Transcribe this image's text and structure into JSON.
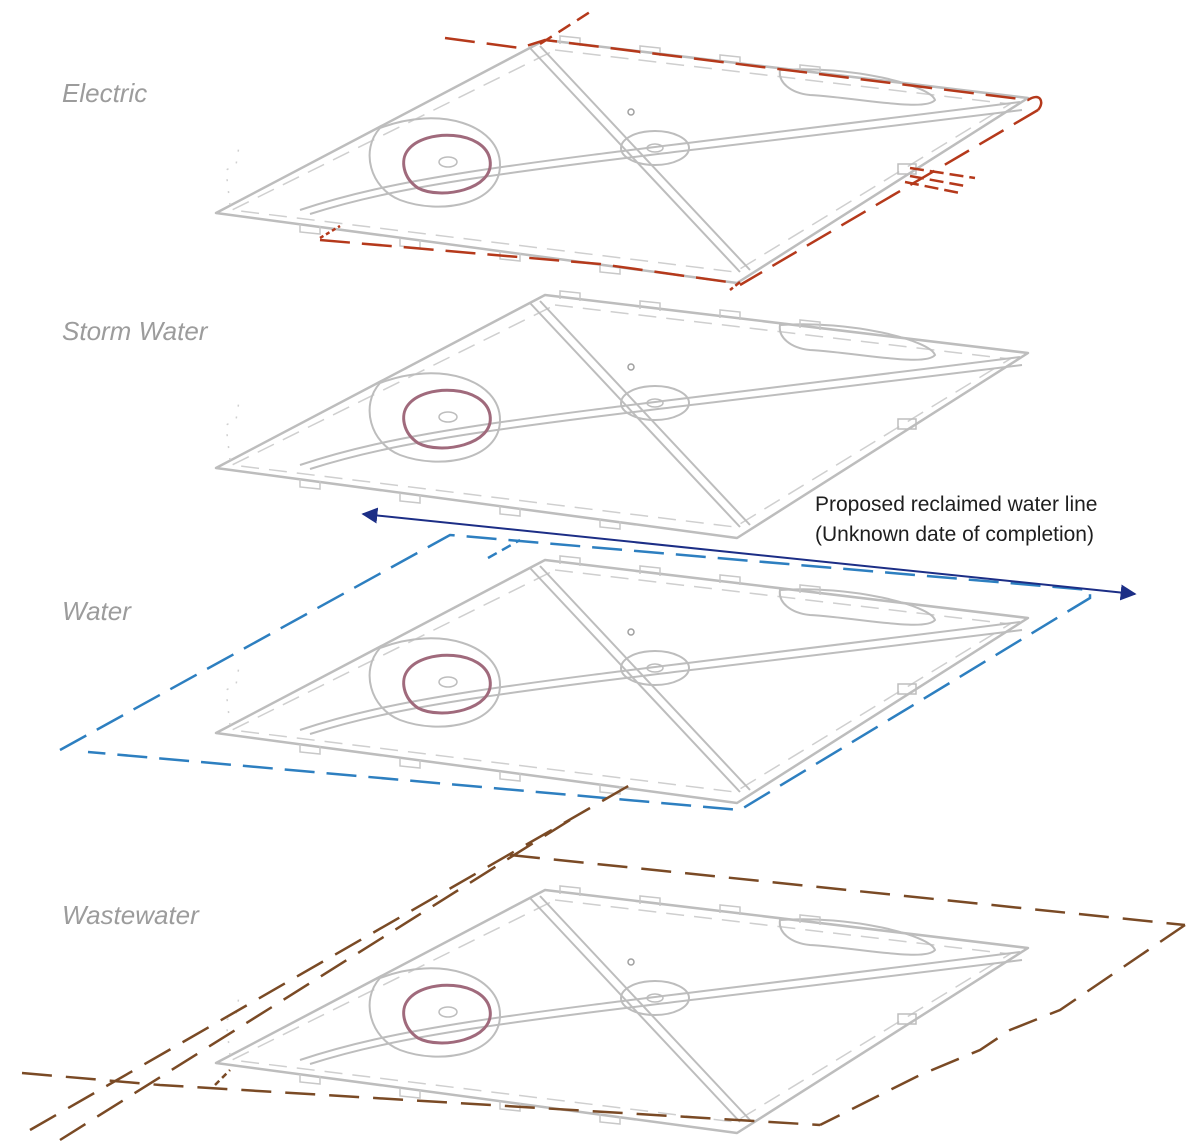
{
  "layers": [
    {
      "label": "Electric",
      "utility_color": "#b5391b"
    },
    {
      "label": "Storm Water",
      "utility_color": null
    },
    {
      "label": "Water",
      "utility_color": "#2d7fc0"
    },
    {
      "label": "Wastewater",
      "utility_color": "#7a4a25"
    }
  ],
  "annotation": {
    "line1": "Proposed reclaimed water line",
    "line2": "(Unknown date of completion)",
    "arrow_color": "#1c2e86"
  },
  "colors": {
    "site_outline": "#bdbdbd",
    "garden_ring": "#a06a7c"
  }
}
